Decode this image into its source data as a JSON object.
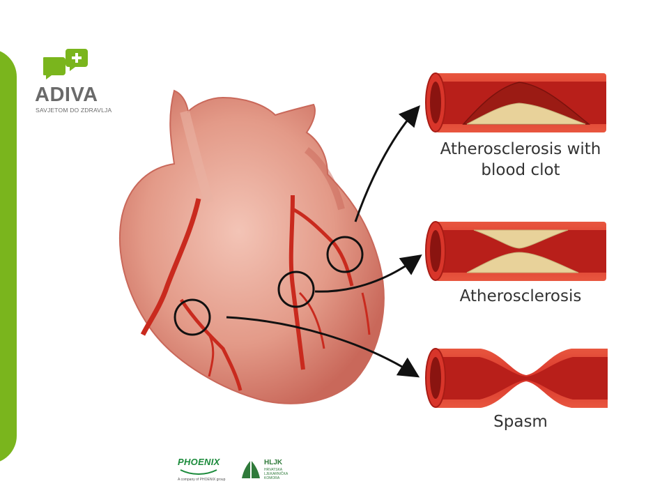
{
  "brand": {
    "name": "ADIVA",
    "tagline": "SAVJETOM DO ZDRAVLJA",
    "accent_color": "#7ab51d",
    "logo_icon": "speech-bubble-plus-icon"
  },
  "diagram": {
    "labels": {
      "atherosclerosis_clot_line1": "Atherosclerosis with",
      "atherosclerosis_clot_line2": "blood clot",
      "atherosclerosis": "Atherosclerosis",
      "spasm": "Spasm"
    },
    "colors": {
      "artery_wall": "#d8352a",
      "artery_lumen": "#b81f1a",
      "plaque": "#e8d29a",
      "heart": "#e7a392"
    }
  },
  "footer": {
    "phoenix_name": "PHOENIX",
    "phoenix_sub": "A company of PHOENIX group",
    "hljk_name": "HLJK",
    "hljk_sub": "HRVATSKA LJEKARNIČKA KOMORA"
  }
}
